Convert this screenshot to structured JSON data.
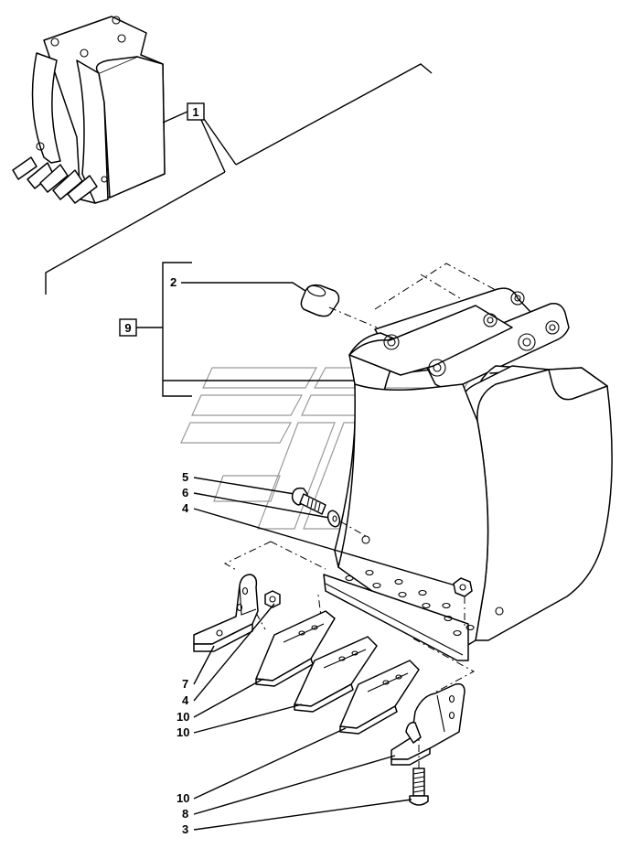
{
  "callouts": {
    "c1": "1",
    "c2": "2",
    "c9": "9",
    "c5": "5",
    "c6": "6",
    "c4a": "4",
    "c7": "7",
    "c4b": "4",
    "c10a": "10",
    "c10b": "10",
    "c10c": "10",
    "c8": "8",
    "c3": "3"
  },
  "icons": {
    "watermark": "brand-logo-watermark",
    "overview": "bucket-assembly-icon"
  }
}
